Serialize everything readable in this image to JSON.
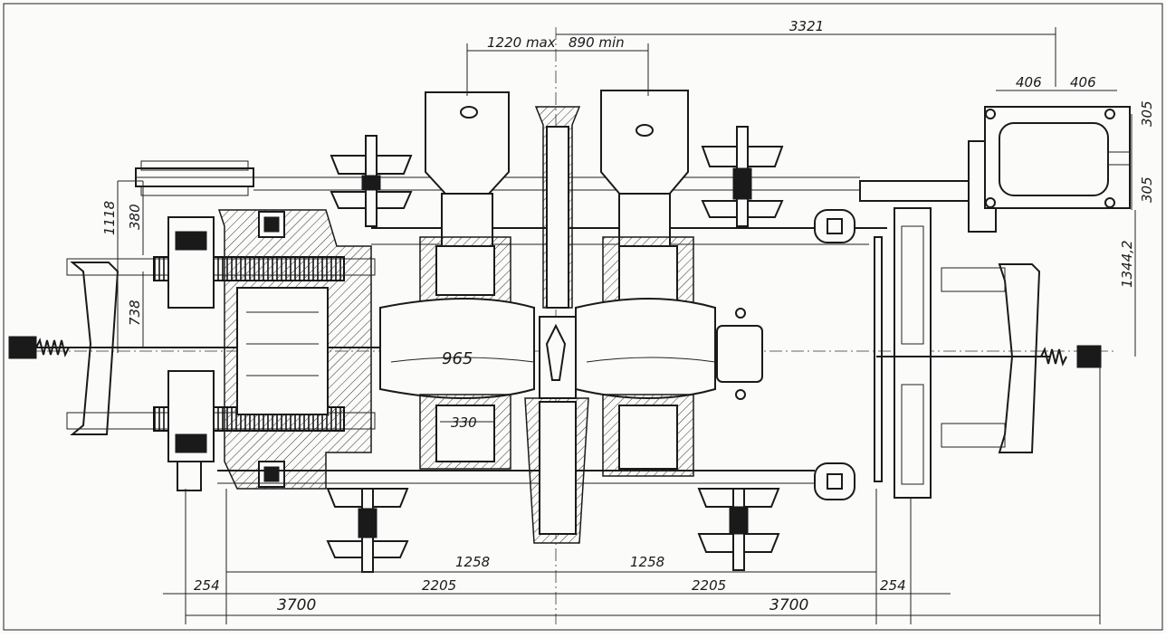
{
  "dimensions": {
    "top_span": "3321",
    "max_gap": "1220 max",
    "min_gap": "890 min",
    "motor_left": "406",
    "motor_right": "406",
    "motor_h1": "305",
    "motor_h2": "305",
    "height_1118": "1118",
    "height_380": "380",
    "height_738": "738",
    "right_height": "1344,2",
    "roll_diameter": "965",
    "roll_width": "330",
    "center_left": "1258",
    "center_right": "1258",
    "span_left": "2205",
    "span_right": "2205",
    "edge_left": "254",
    "edge_right": "254",
    "total_left": "3700",
    "total_right": "3700"
  }
}
